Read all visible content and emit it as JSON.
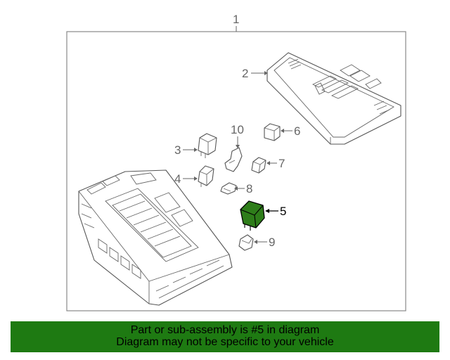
{
  "callouts": {
    "c1": "1",
    "c2": "2",
    "c3": "3",
    "c4": "4",
    "c5": "5",
    "c6": "6",
    "c7": "7",
    "c8": "8",
    "c9": "9",
    "c10": "10"
  },
  "highlighted_part": "5",
  "colors": {
    "highlight": "#2e7d1a",
    "banner": "#1e7a12",
    "line": "#555555"
  },
  "banner": {
    "line1": "Part or sub-assembly is #5 in diagram",
    "line2": "Diagram may not be specific to your vehicle"
  }
}
